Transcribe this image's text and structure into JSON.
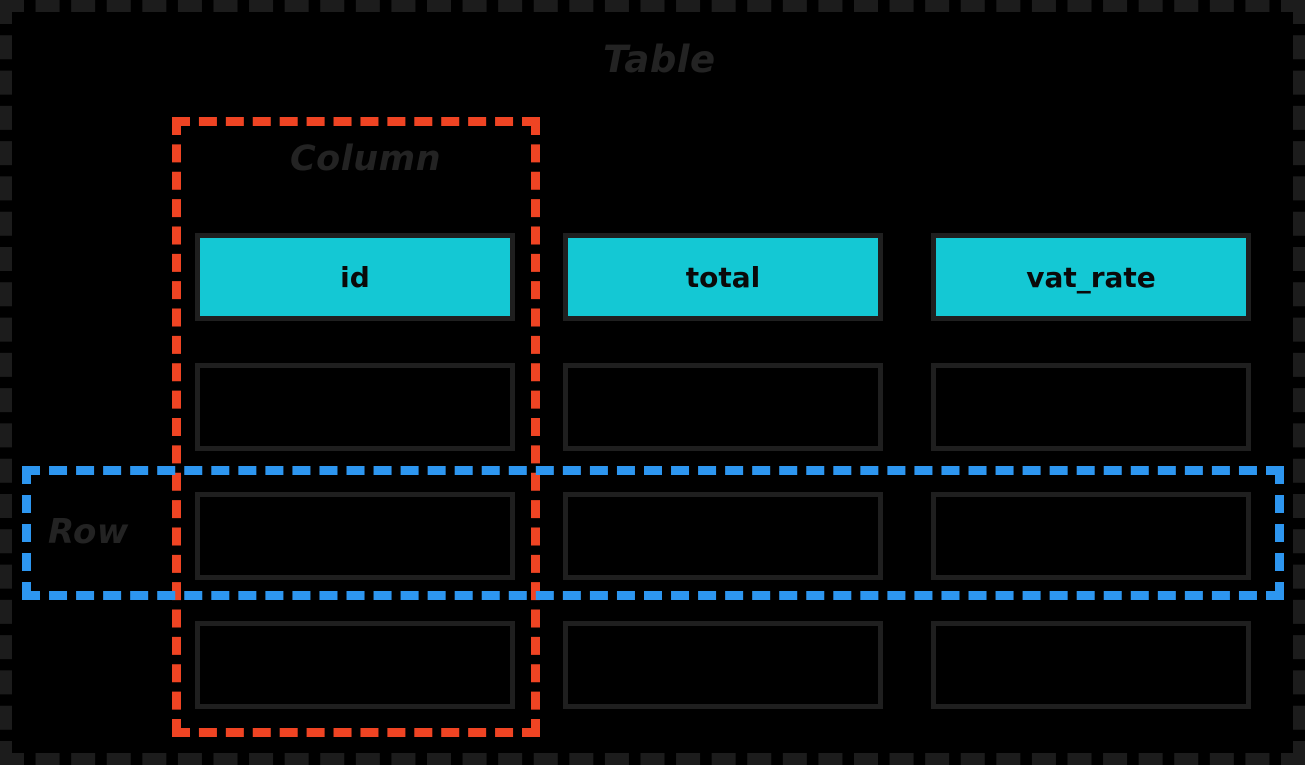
{
  "diagram": {
    "title_caption": "Table",
    "regions": [
      {
        "name": "table",
        "label": "Table",
        "color": "#1c1c1c"
      },
      {
        "name": "column",
        "label": "Column",
        "color": "#ef4423"
      },
      {
        "name": "row",
        "label": "Row",
        "color": "#2d96f0"
      }
    ]
  },
  "table": {
    "header_fill": "#14c8d4",
    "cell_border": "#1f1f1f",
    "background": "#000000",
    "columns": [
      "id",
      "total",
      "vat_rate"
    ],
    "rows": [
      {
        "id": "",
        "total": "",
        "vat_rate": ""
      },
      {
        "id": "",
        "total": "",
        "vat_rate": ""
      },
      {
        "id": "",
        "total": "",
        "vat_rate": ""
      }
    ]
  }
}
